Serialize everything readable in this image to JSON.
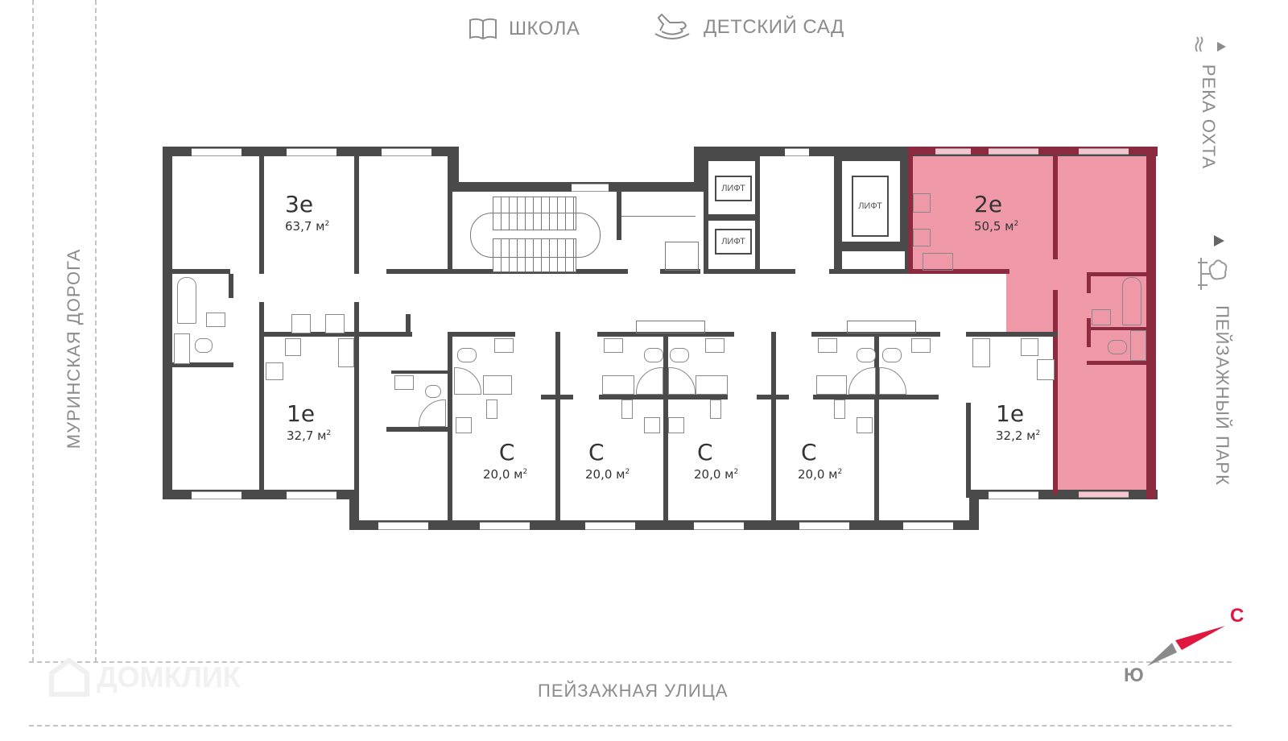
{
  "landmarks": {
    "school": {
      "label": "ШКОЛА",
      "icon": "book-icon"
    },
    "kindergarten": {
      "label": "ДЕТСКИЙ САД",
      "icon": "rocking-horse-icon"
    },
    "river": {
      "label": "РЕКА ОХТА",
      "icon": "waves-icon"
    },
    "park": {
      "label": "ПЕЙЗАЖНЫЙ ПАРК",
      "icon": "tree-icon"
    }
  },
  "streets": {
    "left": "МУРИНСКАЯ ДОРОГА",
    "bottom": "ПЕЙЗАЖНАЯ УЛИЦА"
  },
  "compass": {
    "north": "С",
    "south": "Ю",
    "north_color": "#e0173f",
    "south_color": "#8a8a8a"
  },
  "watermark": "ДОМКЛИК",
  "colors": {
    "wall": "#4a4a4a",
    "highlight": "#ef98a8",
    "highlight_wall": "#8c2a40"
  },
  "apartments": [
    {
      "type": "3е",
      "area": "63,7 м",
      "highlighted": false
    },
    {
      "type": "1е",
      "area": "32,7 м",
      "highlighted": false
    },
    {
      "type": "С",
      "area": "20,0 м",
      "highlighted": false
    },
    {
      "type": "С",
      "area": "20,0 м",
      "highlighted": false
    },
    {
      "type": "С",
      "area": "20,0 м",
      "highlighted": false
    },
    {
      "type": "С",
      "area": "20,0 м",
      "highlighted": false
    },
    {
      "type": "1е",
      "area": "32,2 м",
      "highlighted": false
    },
    {
      "type": "2е",
      "area": "50,5 м",
      "highlighted": true
    }
  ],
  "area_unit_sup": "2",
  "lifts": [
    "ЛИФТ",
    "ЛИФТ",
    "ЛИФТ"
  ]
}
